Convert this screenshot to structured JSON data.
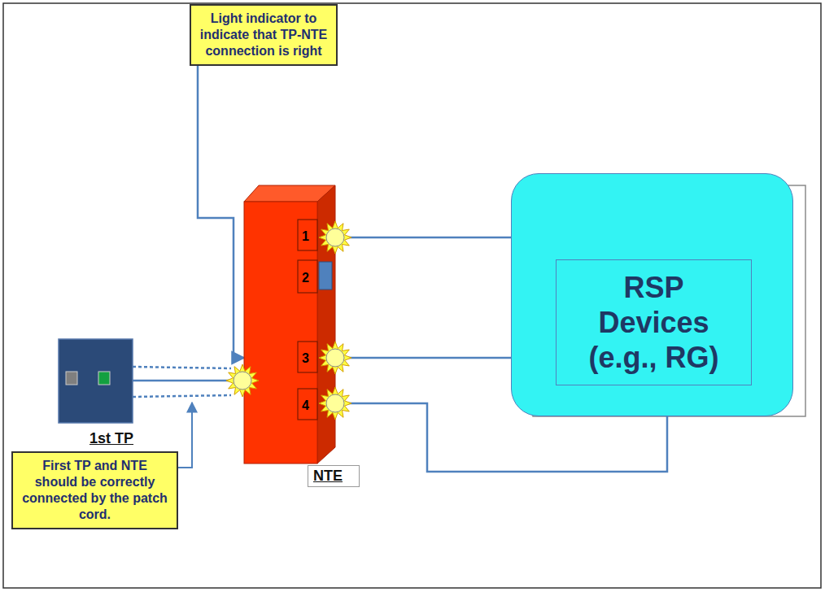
{
  "diagram": {
    "nodes": [
      {
        "text": [
          "Light indicator to indicate that TP-NTE connection is right"
        ]
      },
      {
        "text": [
          "1st TP"
        ]
      },
      {
        "text": [
          "NTE"
        ]
      },
      {
        "text": [
          "RSP Devices (e.g., RG)"
        ]
      },
      {
        "text": [
          "First TP and NTE should be correctly connected by the patch cord."
        ]
      }
    ],
    "edges": [
      {
        "from": 0,
        "to": 2,
        "arrow": "to"
      },
      {
        "from": 1,
        "to": 2,
        "arrow": "none"
      },
      {
        "from": 2,
        "to": 3,
        "arrow": "none"
      },
      {
        "from": 2,
        "to": 3,
        "arrow": "none"
      },
      {
        "from": 2,
        "to": 3,
        "arrow": "none"
      }
    ],
    "labels": [
      "1",
      "2",
      "3",
      "4"
    ]
  }
}
